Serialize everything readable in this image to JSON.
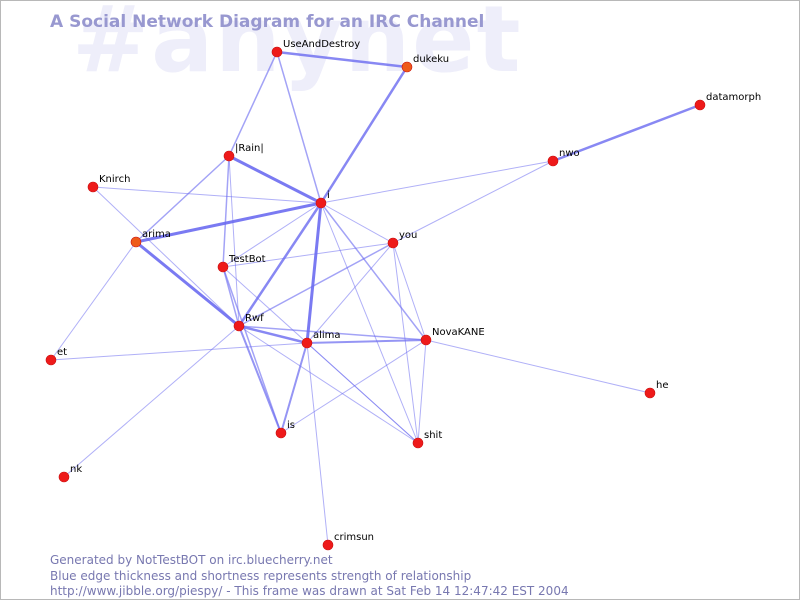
{
  "title": "A Social Network Diagram for an IRC Channel",
  "watermark": "#anynet",
  "footer": {
    "line1": "Generated by NotTestBOT on irc.bluecherry.net",
    "line2": "Blue edge thickness and shortness represents strength of relationship",
    "line3": "http://www.jibble.org/piespy/ - This frame was drawn at Sat Feb 14 12:47:42 EST 2004"
  },
  "colors": {
    "edge": "#6a6af0",
    "node": "#ee1a1a",
    "node_orange": "#ee5a1a",
    "title": "#9898d0",
    "watermark": "#eeeefa"
  },
  "nodes": [
    {
      "id": "UseAndDestroy",
      "label": "UseAndDestroy"
    },
    {
      "id": "dukeku",
      "label": "dukeku",
      "color": "orange"
    },
    {
      "id": "datamorph",
      "label": "datamorph"
    },
    {
      "id": "nwo",
      "label": "nwo"
    },
    {
      "id": "Rain",
      "label": "|Rain|"
    },
    {
      "id": "Knirch",
      "label": "Knirch"
    },
    {
      "id": "i",
      "label": "i"
    },
    {
      "id": "arima",
      "label": "arima",
      "color": "orange"
    },
    {
      "id": "you",
      "label": "you"
    },
    {
      "id": "TestBot",
      "label": "TestBot"
    },
    {
      "id": "Rwf",
      "label": "Rwf"
    },
    {
      "id": "alima",
      "label": "alima"
    },
    {
      "id": "NovaKANE",
      "label": "NovaKANE"
    },
    {
      "id": "et",
      "label": "et"
    },
    {
      "id": "he",
      "label": "he"
    },
    {
      "id": "is",
      "label": "is"
    },
    {
      "id": "shit",
      "label": "shit"
    },
    {
      "id": "nk",
      "label": "nk"
    },
    {
      "id": "crimsun",
      "label": "crimsun"
    }
  ],
  "edges": [
    {
      "from": "UseAndDestroy",
      "to": "dukeku",
      "weight": 2.5
    },
    {
      "from": "dukeku",
      "to": "i",
      "weight": 2.5
    },
    {
      "from": "datamorph",
      "to": "nwo",
      "weight": 2.5
    },
    {
      "from": "Rain",
      "to": "i",
      "weight": 3
    },
    {
      "from": "arima",
      "to": "i",
      "weight": 3
    },
    {
      "from": "i",
      "to": "alima",
      "weight": 3
    },
    {
      "from": "i",
      "to": "Rwf",
      "weight": 2.5
    },
    {
      "from": "arima",
      "to": "Rwf",
      "weight": 3
    },
    {
      "from": "Rwf",
      "to": "alima",
      "weight": 2.5
    },
    {
      "from": "Rwf",
      "to": "is",
      "weight": 2
    },
    {
      "from": "alima",
      "to": "is",
      "weight": 2
    },
    {
      "from": "alima",
      "to": "NovaKANE",
      "weight": 2
    },
    {
      "from": "UseAndDestroy",
      "to": "Rain",
      "weight": 1.5
    },
    {
      "from": "UseAndDestroy",
      "to": "i",
      "weight": 1.5
    },
    {
      "from": "Rain",
      "to": "arima",
      "weight": 1.5
    },
    {
      "from": "Rain",
      "to": "TestBot",
      "weight": 1.5
    },
    {
      "from": "Rain",
      "to": "Rwf",
      "weight": 1
    },
    {
      "from": "i",
      "to": "NovaKANE",
      "weight": 1.5
    },
    {
      "from": "i",
      "to": "TestBot",
      "weight": 1
    },
    {
      "from": "you",
      "to": "Rwf",
      "weight": 1.5
    },
    {
      "from": "Rwf",
      "to": "NovaKANE",
      "weight": 1.5
    },
    {
      "from": "TestBot",
      "to": "Rwf",
      "weight": 1.5
    },
    {
      "from": "TestBot",
      "to": "is",
      "weight": 1.5
    },
    {
      "from": "i",
      "to": "Knirch",
      "weight": 1
    },
    {
      "from": "i",
      "to": "nwo",
      "weight": 1
    },
    {
      "from": "i",
      "to": "you",
      "weight": 1
    },
    {
      "from": "i",
      "to": "shit",
      "weight": 1
    },
    {
      "from": "Knirch",
      "to": "Rwf",
      "weight": 1
    },
    {
      "from": "nwo",
      "to": "you",
      "weight": 1
    },
    {
      "from": "you",
      "to": "TestBot",
      "weight": 1
    },
    {
      "from": "you",
      "to": "alima",
      "weight": 1
    },
    {
      "from": "you",
      "to": "NovaKANE",
      "weight": 1
    },
    {
      "from": "you",
      "to": "shit",
      "weight": 1
    },
    {
      "from": "NovaKANE",
      "to": "shit",
      "weight": 1
    },
    {
      "from": "NovaKANE",
      "to": "he",
      "weight": 1
    },
    {
      "from": "NovaKANE",
      "to": "is",
      "weight": 1
    },
    {
      "from": "Rwf",
      "to": "shit",
      "weight": 1
    },
    {
      "from": "Rwf",
      "to": "nk",
      "weight": 1
    },
    {
      "from": "et",
      "to": "arima",
      "weight": 1
    },
    {
      "from": "et",
      "to": "alima",
      "weight": 1
    },
    {
      "from": "alima",
      "to": "crimsun",
      "weight": 1
    },
    {
      "from": "alima",
      "to": "shit",
      "weight": 1
    },
    {
      "from": "TestBot",
      "to": "shit",
      "weight": 1
    }
  ]
}
